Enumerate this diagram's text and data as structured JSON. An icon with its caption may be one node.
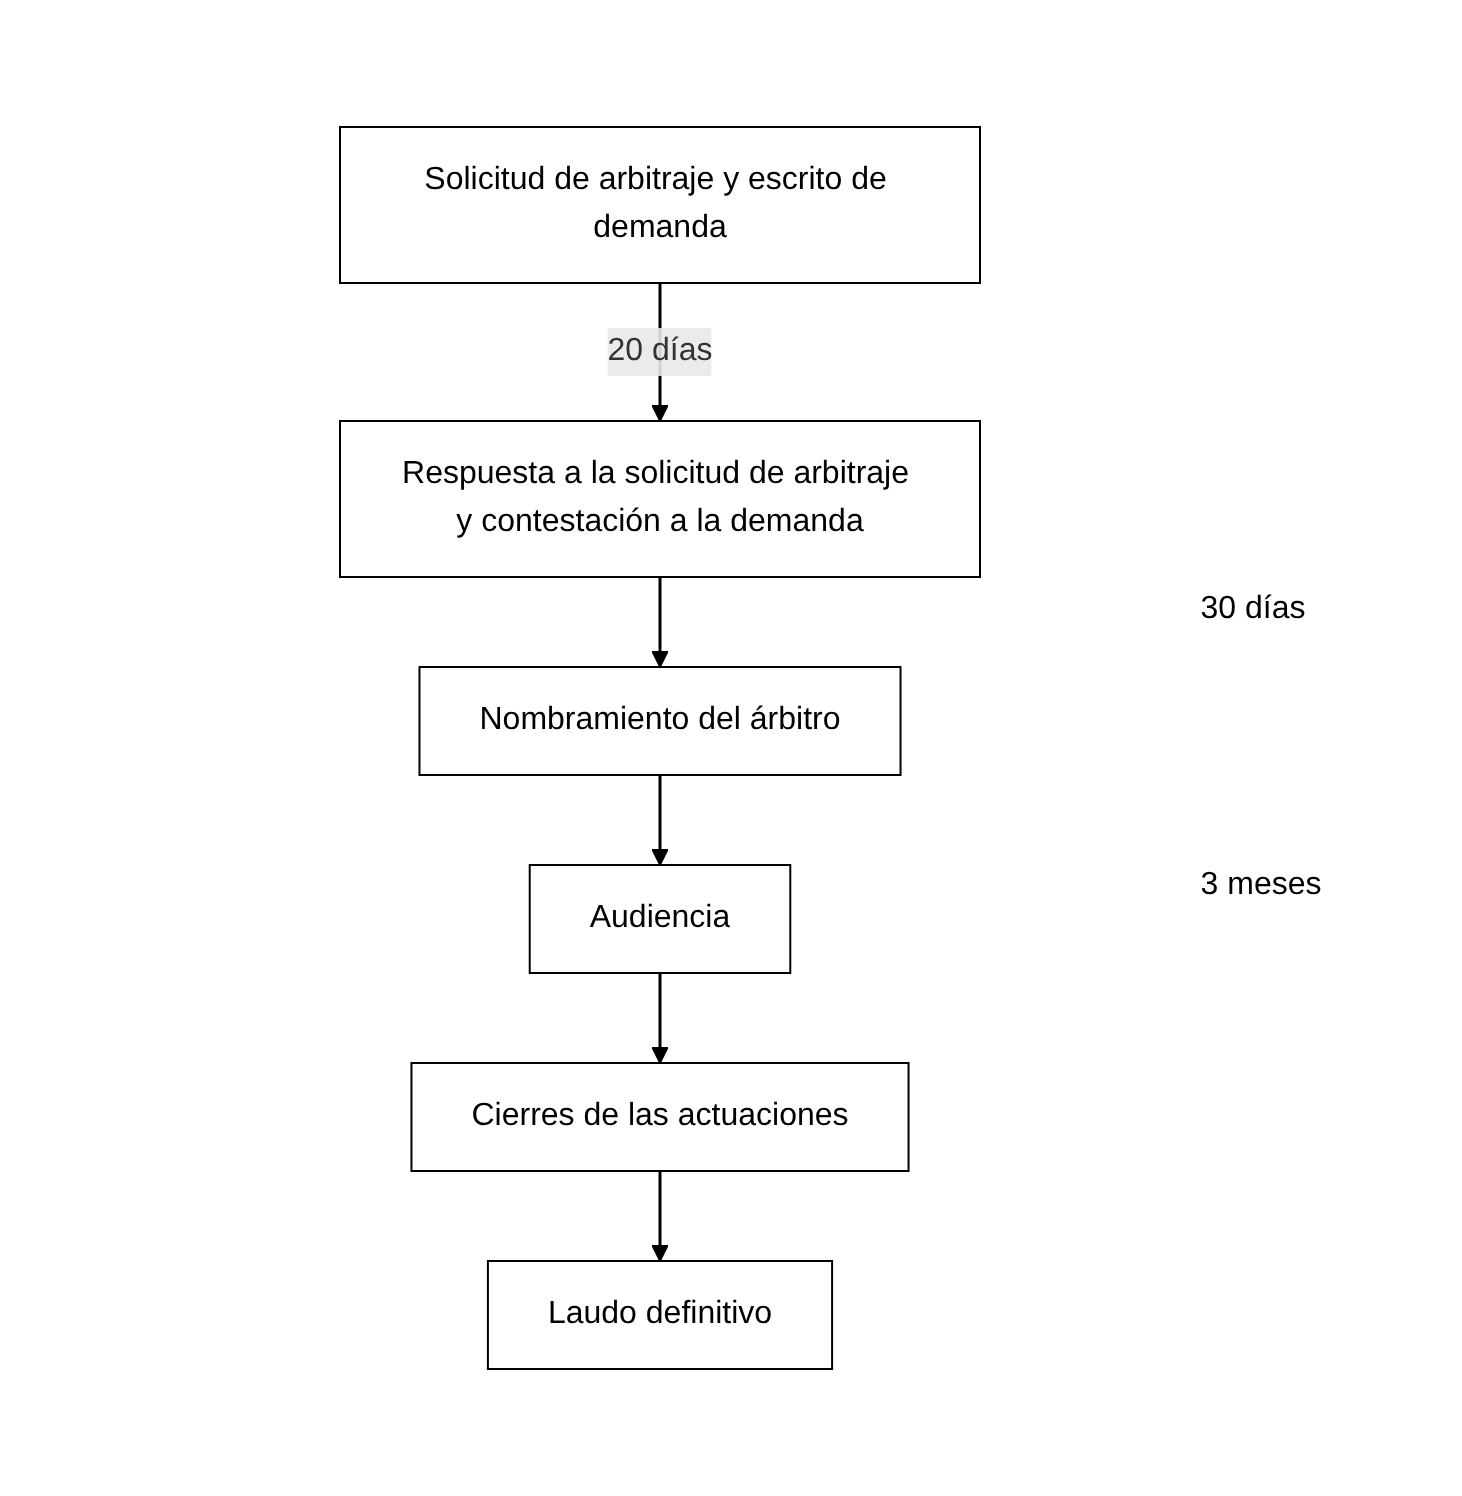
{
  "diagram": {
    "nodes": [
      {
        "text": [
          "Solicitud de arbitraje y escrito de demanda"
        ]
      },
      {
        "text": [
          "Respuesta a la solicitud de arbitraje y contestación a la demanda"
        ]
      },
      {
        "text": [
          "Nombramiento del árbitro"
        ]
      },
      {
        "text": [
          "Audiencia"
        ]
      },
      {
        "text": [
          "Cierres de las actuaciones"
        ]
      },
      {
        "text": [
          "Laudo definitivo"
        ]
      }
    ],
    "edges": [
      {
        "from": 0,
        "to": 1,
        "arrow": "to",
        "label": "20 días"
      },
      {
        "from": 1,
        "to": 2,
        "arrow": "to"
      },
      {
        "from": 2,
        "to": 3,
        "arrow": "to"
      },
      {
        "from": 3,
        "to": 4,
        "arrow": "to"
      },
      {
        "from": 4,
        "to": 5,
        "arrow": "to"
      }
    ],
    "labels": [
      "30 días",
      "3 meses"
    ]
  }
}
